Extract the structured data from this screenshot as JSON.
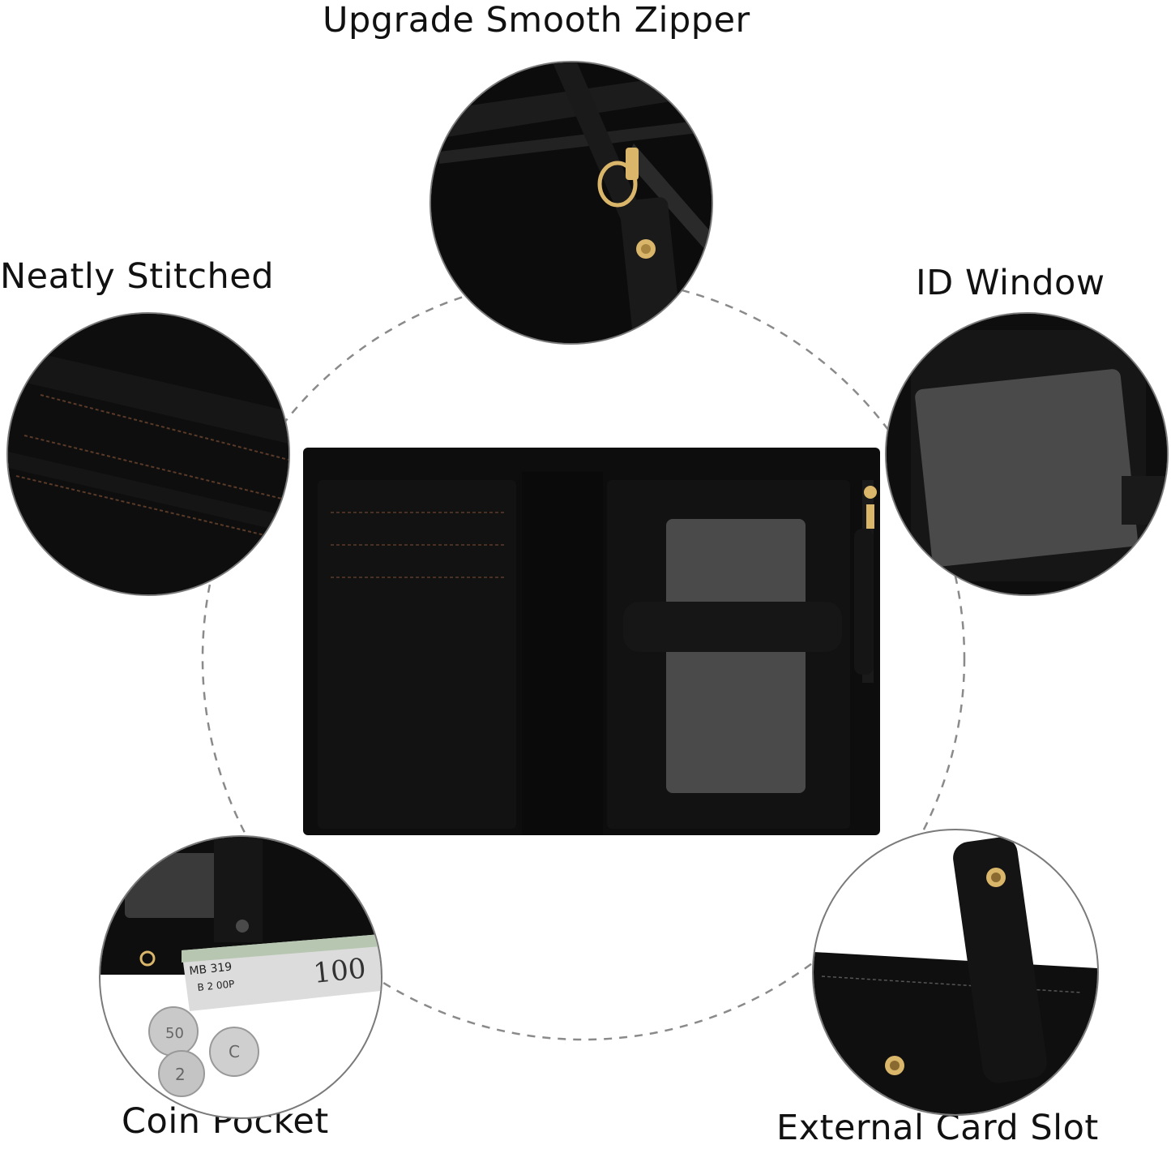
{
  "features": {
    "zipper": {
      "label": "Upgrade Smooth Zipper"
    },
    "stitched": {
      "label": "Neatly Stitched"
    },
    "id_window": {
      "label": "ID Window"
    },
    "coin_pocket": {
      "label": "Coin Pocket"
    },
    "card_slot": {
      "label": "External Card Slot"
    }
  },
  "banknote": {
    "denomination": "100",
    "serial": "MB 319",
    "code": "B 2 00P"
  },
  "coins": [
    "50",
    "C",
    "2"
  ],
  "colors": {
    "leather": "#101010",
    "window": "#4a4a4a",
    "gold": "#d9b66a",
    "stitch": "#5a3a28",
    "ring": "#8a8a8a"
  }
}
